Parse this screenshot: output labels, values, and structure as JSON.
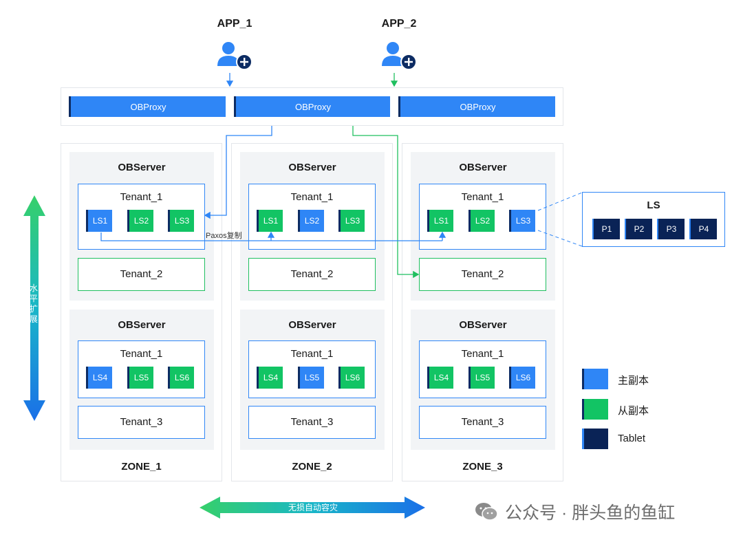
{
  "apps": [
    {
      "label": "APP_1"
    },
    {
      "label": "APP_2"
    }
  ],
  "proxies": [
    "OBProxy",
    "OBProxy",
    "OBProxy"
  ],
  "zones": [
    {
      "label": "ZONE_1",
      "servers": [
        {
          "title": "OBServer",
          "tenant_a": {
            "title": "Tenant_1",
            "ls": [
              {
                "name": "LS1",
                "role": "primary"
              },
              {
                "name": "LS2",
                "role": "replica"
              },
              {
                "name": "LS3",
                "role": "replica"
              }
            ]
          },
          "tenant_b": {
            "title": "Tenant_2"
          }
        },
        {
          "title": "OBServer",
          "tenant_a": {
            "title": "Tenant_1",
            "ls": [
              {
                "name": "LS4",
                "role": "primary"
              },
              {
                "name": "LS5",
                "role": "replica"
              },
              {
                "name": "LS6",
                "role": "replica"
              }
            ]
          },
          "tenant_b": {
            "title": "Tenant_3"
          }
        }
      ]
    },
    {
      "label": "ZONE_2",
      "servers": [
        {
          "title": "OBServer",
          "tenant_a": {
            "title": "Tenant_1",
            "ls": [
              {
                "name": "LS1",
                "role": "replica"
              },
              {
                "name": "LS2",
                "role": "primary"
              },
              {
                "name": "LS3",
                "role": "replica"
              }
            ]
          },
          "tenant_b": {
            "title": "Tenant_2"
          }
        },
        {
          "title": "OBServer",
          "tenant_a": {
            "title": "Tenant_1",
            "ls": [
              {
                "name": "LS4",
                "role": "replica"
              },
              {
                "name": "LS5",
                "role": "primary"
              },
              {
                "name": "LS6",
                "role": "replica"
              }
            ]
          },
          "tenant_b": {
            "title": "Tenant_3"
          }
        }
      ]
    },
    {
      "label": "ZONE_3",
      "servers": [
        {
          "title": "OBServer",
          "tenant_a": {
            "title": "Tenant_1",
            "ls": [
              {
                "name": "LS1",
                "role": "replica"
              },
              {
                "name": "LS2",
                "role": "replica"
              },
              {
                "name": "LS3",
                "role": "primary"
              }
            ]
          },
          "tenant_b": {
            "title": "Tenant_2"
          }
        },
        {
          "title": "OBServer",
          "tenant_a": {
            "title": "Tenant_1",
            "ls": [
              {
                "name": "LS4",
                "role": "replica"
              },
              {
                "name": "LS5",
                "role": "replica"
              },
              {
                "name": "LS6",
                "role": "primary"
              }
            ]
          },
          "tenant_b": {
            "title": "Tenant_3"
          }
        }
      ]
    }
  ],
  "paxos_label": "Paxos复制",
  "ls_detail": {
    "title": "LS",
    "partitions": [
      "P1",
      "P2",
      "P3",
      "P4"
    ]
  },
  "legend": [
    {
      "label": "主副本",
      "color": "#2f86f6"
    },
    {
      "label": "从副本",
      "color": "#12c464"
    },
    {
      "label": "Tablet",
      "color": "#0a2356"
    }
  ],
  "vertical_arrow_text": "水平扩展",
  "horizontal_arrow_text": "无损自动容灾",
  "watermark": "公众号 · 胖头鱼的鱼缸",
  "colors": {
    "primary": "#2f86f6",
    "replica": "#12c464",
    "tablet": "#0a2356",
    "accent_dark": "#0d2c63",
    "panel": "#f2f4f6"
  }
}
